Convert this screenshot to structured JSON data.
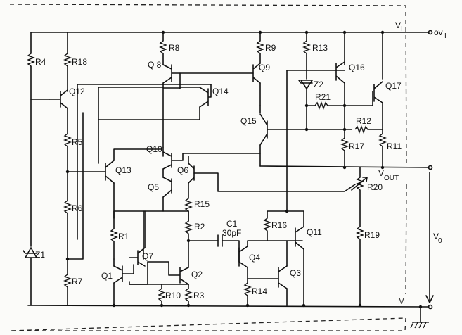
{
  "labels": {
    "vi_top": "V",
    "vi_top_sub": "I",
    "vi_out": "ov",
    "vi_out_sub": "I",
    "vout": "V",
    "vout_sub": "OUT",
    "v0": "V",
    "v0_sub": "0",
    "m": "M",
    "c1": "C1",
    "c1_value": "30pF"
  },
  "resistors": {
    "R1": "R1",
    "R2": "R2",
    "R3": "R3",
    "R4": "R4",
    "R5": "R5",
    "R6": "R6",
    "R7": "R7",
    "R8": "R8",
    "R9": "R9",
    "R10": "R10",
    "R11": "R11",
    "R12": "R12",
    "R13": "R13",
    "R14": "R14",
    "R15": "R15",
    "R16": "R16",
    "R17": "R17",
    "R18": "R18",
    "R19": "R19",
    "R20": "R20",
    "R21": "R21"
  },
  "transistors": {
    "Q1": "Q1",
    "Q2": "Q2",
    "Q3": "Q3",
    "Q4": "Q4",
    "Q5": "Q5",
    "Q6": "Q6",
    "Q7": "Q7",
    "Q8": "Q 8",
    "Q9": "Q9",
    "Q10": "Q10",
    "Q11": "Q11",
    "Q12": "Q12",
    "Q13": "Q13",
    "Q14": "Q14",
    "Q15": "Q15",
    "Q16": "Q16",
    "Q17": "Q17"
  },
  "zeners": {
    "Z1": "Z1",
    "Z2": "Z2"
  }
}
